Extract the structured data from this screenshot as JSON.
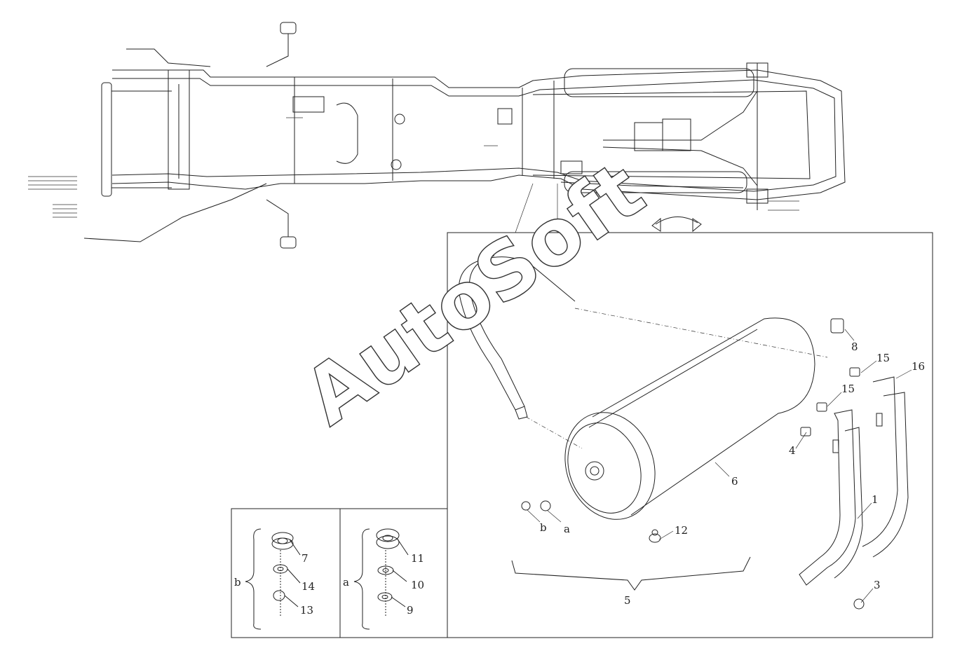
{
  "watermark": "AutoSoft",
  "callouts": {
    "c1": "1",
    "c3": "3",
    "c4": "4",
    "c5": "5",
    "c6": "6",
    "c7": "7",
    "c8": "8",
    "c9": "9",
    "c10": "10",
    "c11": "11",
    "c12": "12",
    "c13": "13",
    "c14": "14",
    "c15a": "15",
    "c15b": "15",
    "c16": "16",
    "a_main": "a",
    "b_main": "b",
    "a_group": "a",
    "b_group": "b"
  },
  "colors": {
    "line": "#222222",
    "background": "#ffffff"
  }
}
